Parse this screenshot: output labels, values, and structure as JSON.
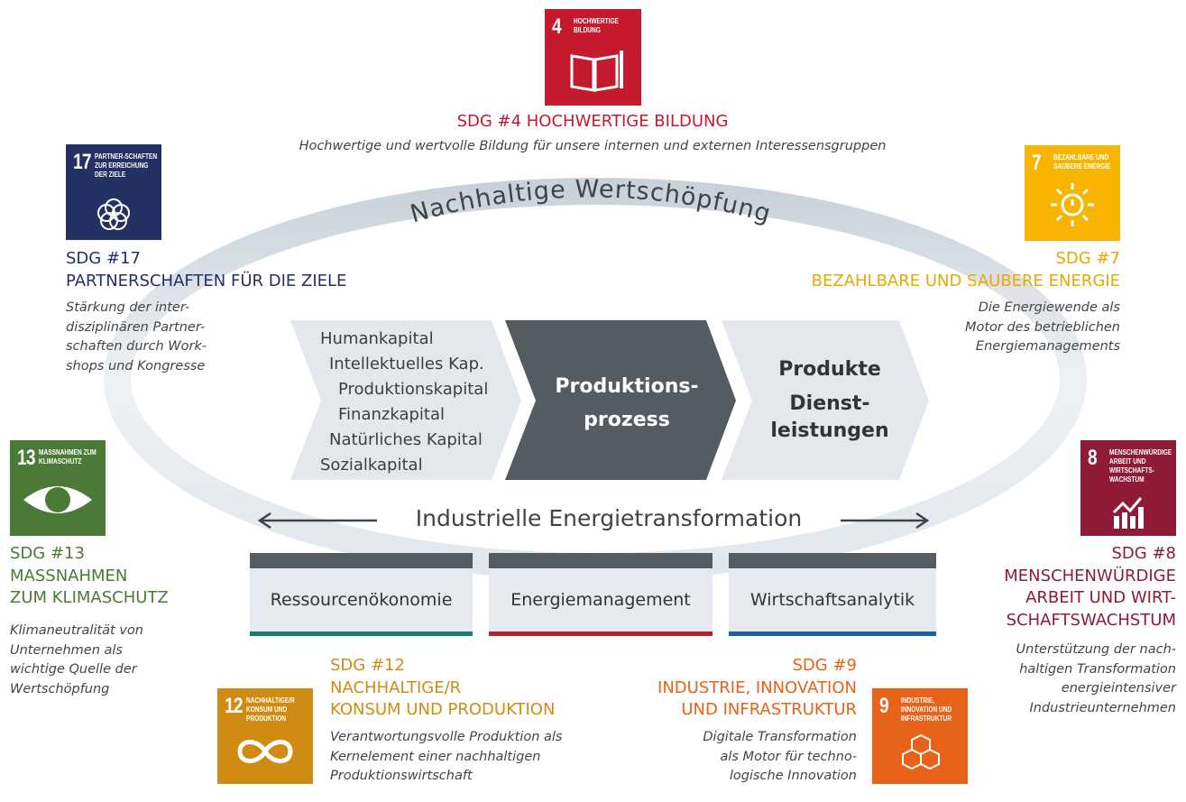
{
  "center": {
    "ring_title": "Nachhaltige Wertschöpfung",
    "capitals": [
      "Humankapital",
      "Intellektuelles Kap.",
      "Produktionskapital",
      "Finanzkapital",
      "Natürliches Kapital",
      "Sozialkapital"
    ],
    "process": [
      "Produktions-",
      "prozess"
    ],
    "output": [
      "Produkte",
      "Dienst-",
      "leistungen"
    ],
    "transformation_title": "Industrielle Energietransformation",
    "pillars": [
      {
        "label": "Ressourcenökonomie",
        "color": "#16806f"
      },
      {
        "label": "Energiemanagement",
        "color": "#b0252b"
      },
      {
        "label": "Wirtschaftsanalytik",
        "color": "#1c60a3"
      }
    ]
  },
  "sdgs": {
    "sdg4": {
      "num": "4",
      "tile_label": "Hochwertige Bildung",
      "title": [
        "SDG #4 HOCHWERTIGE BILDUNG"
      ],
      "desc": [
        "Hochwertige und wertvolle Bildung für unsere internen und externen Interessensgruppen"
      ],
      "color": "#c5192d",
      "icon": "book-icon"
    },
    "sdg17": {
      "num": "17",
      "tile_label": "Partner-schaften zur Erreichung der Ziele",
      "title": [
        "SDG #17",
        "PARTNERSCHAFTEN FÜR DIE ZIELE"
      ],
      "desc": [
        "Stärkung der inter-",
        "disziplinären Partner-",
        "schaften durch Work-",
        "shops und Kongresse"
      ],
      "color": "#233163",
      "icon": "flower-rings-icon"
    },
    "sdg7": {
      "num": "7",
      "tile_label": "Bezahlbare und saubere Energie",
      "title": [
        "SDG #7",
        "BEZAHLBARE UND SAUBERE ENERGIE"
      ],
      "desc": [
        "Die Energiewende als",
        "Motor des betrieblichen",
        "Energiemanagements"
      ],
      "color": "#f7b500",
      "icon": "sun-power-icon"
    },
    "sdg13": {
      "num": "13",
      "tile_label": "Massnahmen zum Klimaschutz",
      "title": [
        "SDG #13",
        "MASSNAHMEN",
        "ZUM KLIMASCHUTZ"
      ],
      "desc": [
        "Klimaneutralität von",
        "Unternehmen als",
        "wichtige Quelle der",
        "Wertschöpfung"
      ],
      "color": "#4a7a36",
      "icon": "eye-globe-icon"
    },
    "sdg8": {
      "num": "8",
      "tile_label": "Menschenwürdige Arbeit und Wirtschafts-wachstum",
      "title": [
        "SDG #8",
        "MENSCHENWÜRDIGE",
        "ARBEIT UND WIRT-",
        "SCHAFTSWACHSTUM"
      ],
      "desc": [
        "Unterstützung der nach-",
        "haltigen Transformation",
        "energieintensiver",
        "Industrieunternehmen"
      ],
      "color": "#8f1b36",
      "icon": "growth-chart-icon"
    },
    "sdg12": {
      "num": "12",
      "tile_label": "Nachhaltige/r Konsum und Produktion",
      "title": [
        "SDG #12",
        "NACHHALTIGE/R",
        "KONSUM UND PRODUKTION"
      ],
      "desc": [
        "Verantwortungsvolle Produktion als",
        "Kernelement einer nachhaltigen",
        "Produktionswirtschaft"
      ],
      "color": "#d08c12",
      "icon": "infinity-icon"
    },
    "sdg9": {
      "num": "9",
      "tile_label": "Industrie, Innovation und Infrastruktur",
      "title": [
        "SDG #9",
        "INDUSTRIE, INNOVATION",
        "UND INFRASTRUKTUR"
      ],
      "desc": [
        "Digitale Transformation",
        "als Motor für techno-",
        "logische Innovation"
      ],
      "color": "#e8621a",
      "icon": "cubes-icon"
    }
  }
}
